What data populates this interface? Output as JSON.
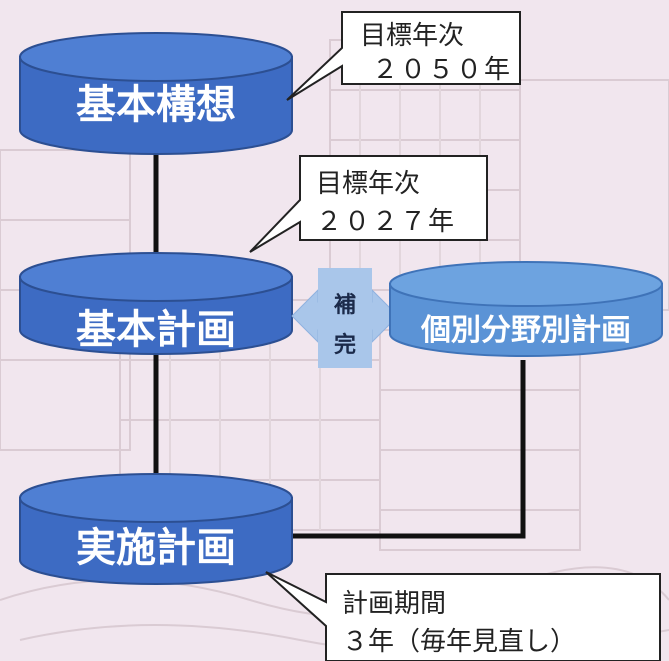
{
  "colors": {
    "cylinder_fill": "#3d6bc3",
    "cylinder_top": "#4f7fd3",
    "cylinder_stroke": "#2c4f92",
    "sub_cylinder_fill": "#5b93d6",
    "sub_cylinder_top": "#6da3e0",
    "connector": "#111111",
    "callout_fill": "#ffffff",
    "callout_stroke": "#222222",
    "arrow_fill": "#a9c6ea",
    "background": "#f1e6ee"
  },
  "nodes": {
    "kihon_kousou": "基本構想",
    "kihon_keikaku": "基本計画",
    "jisshi_keikaku": "実施計画",
    "kobetsu_keikaku": "個別分野別計画"
  },
  "callouts": {
    "kousou": {
      "line1": "目標年次",
      "line2": "２０５０年"
    },
    "keikaku": {
      "line1": "目標年次",
      "line2": "２０２７年"
    },
    "jisshi": {
      "line1": "計画期間",
      "line2": "３年（毎年見直し）"
    }
  },
  "arrow": {
    "line1": "補",
    "line2": "完"
  }
}
